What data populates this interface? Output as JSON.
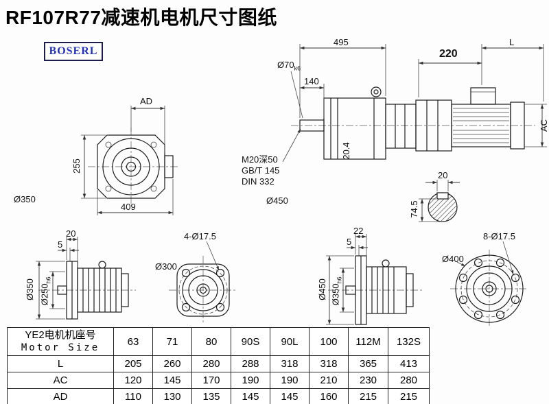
{
  "title": "RF107R77减速机电机尺寸图纸",
  "logo": "BOSERL",
  "colors": {
    "logo_text": "#2233bb",
    "logo_border": "#1b1b4d",
    "line": "#1b1b1b"
  },
  "views": {
    "front_top_left": {
      "dim_ad": "AD",
      "dim_height": "255",
      "dim_width": "409",
      "dia_flange": "Ø350"
    },
    "side_main": {
      "dim_total": "495",
      "dim_shaft_len": "140",
      "dia_shaft": "Ø70",
      "dia_shaft_tol": "k6",
      "dim_220": "220",
      "dim_l": "L",
      "dim_ac": "AC",
      "dim_key": "20.4",
      "note_tap": "M20深50",
      "note_std1": "GB/T 145",
      "note_std2": "DIN 332",
      "dia_flange": "Ø450",
      "section_key_w": "20",
      "section_key_h": "74.5"
    },
    "side_small_left": {
      "dim_a": "20",
      "dim_b": "5",
      "dia_outer": "Ø350",
      "dia_pilot": "Ø250",
      "dia_pilot_tol": "h6"
    },
    "front_small_mid": {
      "holes": "4-Ø17.5",
      "dia": "Ø300"
    },
    "side_small_right": {
      "dim_a": "22",
      "dim_b": "5",
      "dia_outer": "Ø450",
      "dia_pilot": "Ø350",
      "dia_pilot_tol": "h6"
    },
    "front_small_right": {
      "holes": "8-Ø17.5",
      "dia": "Ø400"
    }
  },
  "table": {
    "header_cn": "YE2电机机座号",
    "header_en": "Motor Size",
    "sizes": [
      "63",
      "71",
      "80",
      "90S",
      "90L",
      "100",
      "112M",
      "132S"
    ],
    "rows": [
      {
        "label": "L",
        "values": [
          "205",
          "260",
          "280",
          "288",
          "318",
          "318",
          "365",
          "413"
        ]
      },
      {
        "label": "AC",
        "values": [
          "120",
          "145",
          "170",
          "190",
          "190",
          "210",
          "230",
          "280"
        ]
      },
      {
        "label": "AD",
        "values": [
          "110",
          "130",
          "135",
          "145",
          "145",
          "160",
          "215",
          "215"
        ]
      }
    ]
  }
}
